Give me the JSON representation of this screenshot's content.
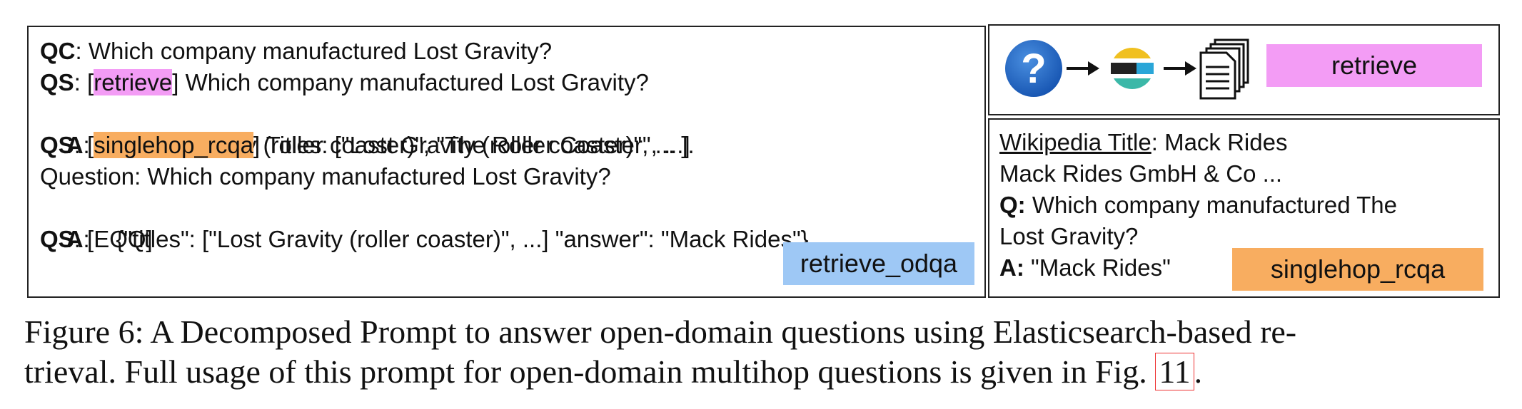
{
  "left_panel": {
    "lines": [
      {
        "label": "QC",
        "text": ": Which company manufactured Lost Gravity?"
      },
      {
        "label": "QS",
        "pre": ": [",
        "highlight": "retrieve",
        "post": "] Which company manufactured Lost Gravity?"
      },
      {
        "label": "A",
        "text": ":    [\"Lost Gravity (roller coaster)\", \"The Roller Coaster\", ...]"
      },
      {
        "label": "QS",
        "pre": ": [",
        "highlight": "singlehop_rcqa",
        "post": "] Titles: [\"Lost Gravity (roller coaster)\", ... ]."
      },
      {
        "text": "Question: Which company manufactured Lost Gravity?"
      },
      {
        "label": "A",
        "text": ":    {\"titles\": [\"Lost Gravity (roller coaster)\", ...] \"answer\": \"Mack Rides\"}"
      },
      {
        "label": "QS",
        "text": ": [EOQ]"
      }
    ],
    "tag": "retrieve_odqa",
    "tag_color": "#9ec8f5"
  },
  "right_top_panel": {
    "icons": [
      "question-icon",
      "arrow-right-icon",
      "elasticsearch-icon",
      "arrow-right-icon",
      "documents-icon"
    ],
    "tag": "retrieve",
    "tag_color": "#f39cf5"
  },
  "right_bottom_panel": {
    "title_label": "Wikipedia Title",
    "title_value": ": Mack Rides",
    "body": "Mack Rides GmbH & Co ...",
    "q_label": "Q:",
    "q_text_1": " Which company manufactured The",
    "q_text_2": "Lost Gravity?",
    "a_label": "A:",
    "a_text": " \"Mack Rides\"",
    "tag": "singlehop_rcqa",
    "tag_color": "#f8ad60"
  },
  "caption": {
    "line1": "Figure 6:  A Decomposed Prompt to answer open-domain questions using Elasticsearch-based re-",
    "line2_pre": "trieval. Full usage of this prompt for open-domain multihop questions is given in Fig. ",
    "ref": "11",
    "line2_post": "."
  }
}
